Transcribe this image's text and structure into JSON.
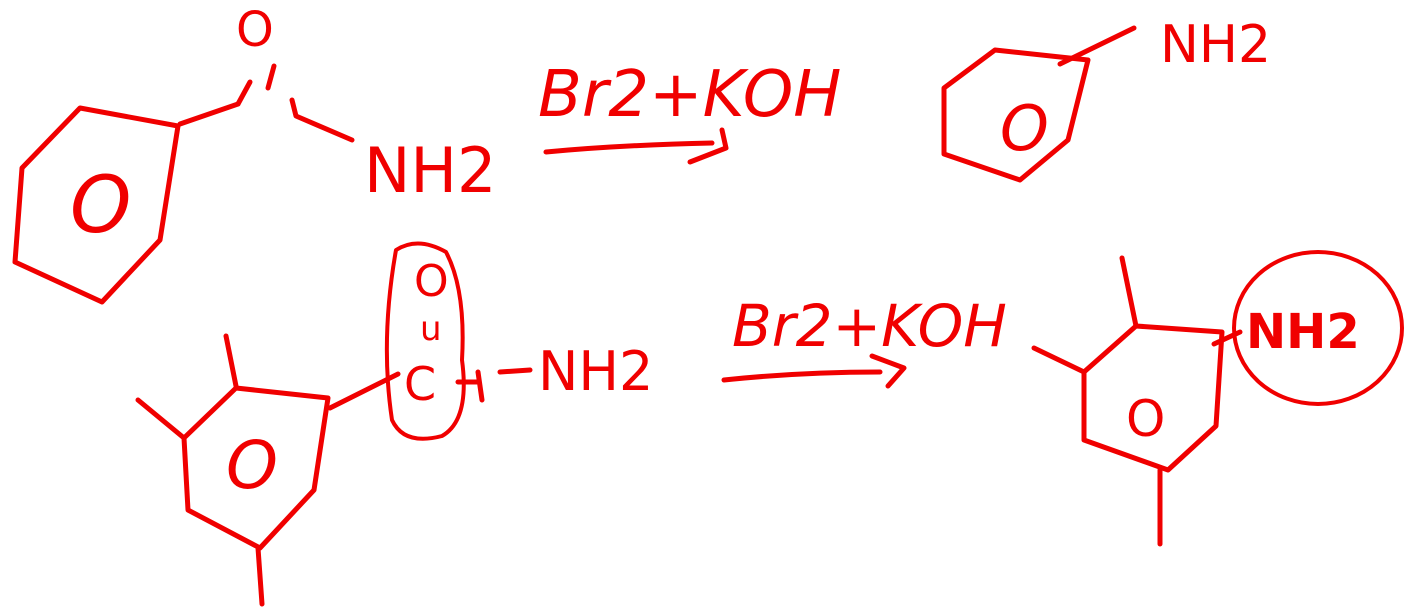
{
  "colors": {
    "ink": "#f00000",
    "background": "#ffffff"
  },
  "reaction1": {
    "reactant": {
      "ring_label": "O",
      "carbonyl_o": "O",
      "amine": "NH2"
    },
    "reagent": "Br2+KOH",
    "product": {
      "ring_label": "O",
      "amine": "NH2"
    }
  },
  "reaction2": {
    "reactant": {
      "ring_label": "O",
      "carbonyl_o": "O",
      "carbonyl_c": "C",
      "amine": "NH2"
    },
    "reagent": "Br2+KOH",
    "product": {
      "ring_label": "O",
      "amine": "NH2"
    }
  }
}
